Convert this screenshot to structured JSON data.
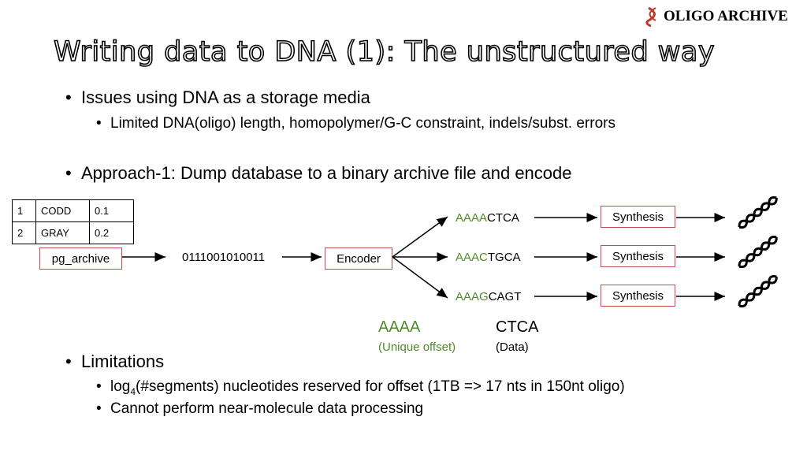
{
  "logo": {
    "text": "OLIGO ARCHIVE",
    "icon": "dna-helix-icon",
    "o_glyph": "O",
    "color": "#c0392b"
  },
  "title": "Writing data to DNA (1): The unstructured way",
  "bullets": {
    "issues": "Issues using DNA as a storage media",
    "issues_sub": "Limited DNA(oligo) length, homopolymer/G-C constraint, indels/subst. errors",
    "approach": "Approach-1: Dump database to a binary archive file and encode",
    "limitations": "Limitations",
    "lim_sub1_pre": "log",
    "lim_sub1_subscript": "4",
    "lim_sub1_post": "(#segments) nucleotides reserved for offset (1TB => 17 nts in 150nt oligo)",
    "lim_sub2": "Cannot perform near-molecule data processing"
  },
  "table": {
    "rows": [
      [
        "1",
        "CODD",
        "0.1"
      ],
      [
        "2",
        "GRAY",
        "0.2"
      ]
    ]
  },
  "diagram": {
    "archive_label": "pg_archive",
    "binary": "0111001010011",
    "encoder_label": "Encoder",
    "oligos": [
      {
        "offset": "AAAA",
        "data": "CTCA"
      },
      {
        "offset": "AAAC",
        "data": "TGCA"
      },
      {
        "offset": "AAAG",
        "data": "CAGT"
      }
    ],
    "synthesis_label": "Synthesis",
    "legend": {
      "offset": "AAAA",
      "offset_caption": "(Unique offset)",
      "data": "CTCA",
      "data_caption": "(Data)"
    }
  },
  "colors": {
    "accent_red": "#c0504d",
    "offset_green": "#4f8a2b"
  }
}
